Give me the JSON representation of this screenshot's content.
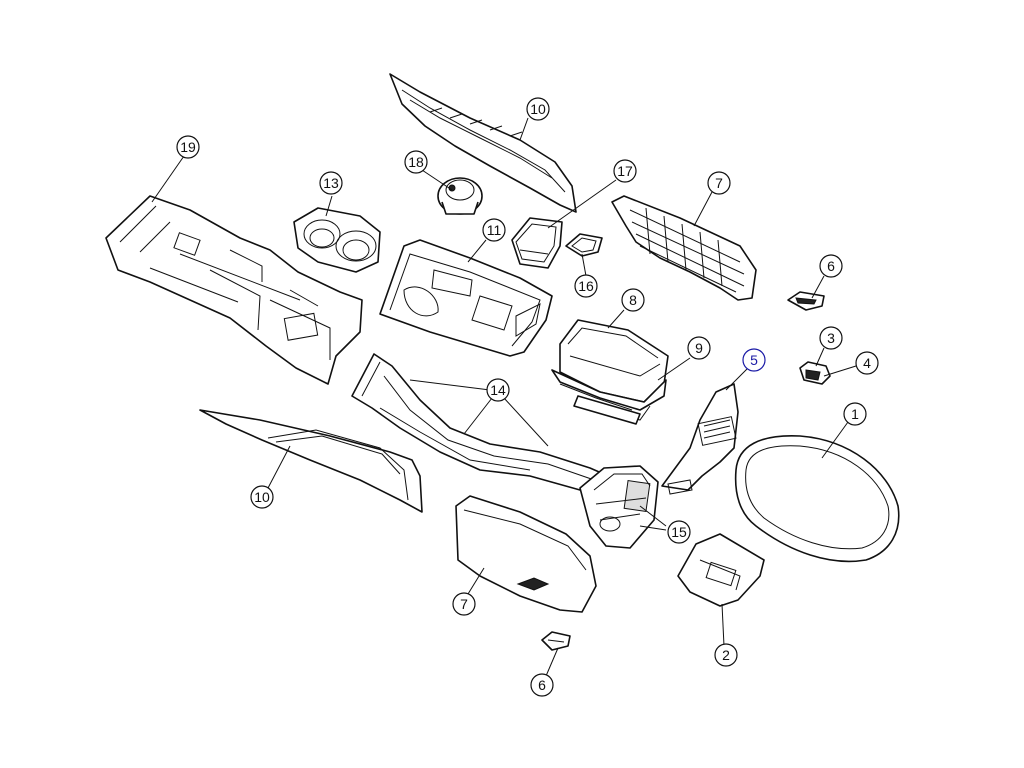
{
  "colors": {
    "line": "#111111",
    "background": "#ffffff",
    "highlight": "#1a1aa6"
  },
  "callouts": [
    {
      "id": "c1",
      "label": "1"
    },
    {
      "id": "c2",
      "label": "2"
    },
    {
      "id": "c3",
      "label": "3"
    },
    {
      "id": "c4",
      "label": "4"
    },
    {
      "id": "c5",
      "label": "5",
      "highlighted": true
    },
    {
      "id": "c6a",
      "label": "6"
    },
    {
      "id": "c6b",
      "label": "6"
    },
    {
      "id": "c7a",
      "label": "7"
    },
    {
      "id": "c7b",
      "label": "7"
    },
    {
      "id": "c8",
      "label": "8"
    },
    {
      "id": "c9",
      "label": "9"
    },
    {
      "id": "c10a",
      "label": "10"
    },
    {
      "id": "c10b",
      "label": "10"
    },
    {
      "id": "c11",
      "label": "11"
    },
    {
      "id": "c13",
      "label": "13"
    },
    {
      "id": "c14",
      "label": "14"
    },
    {
      "id": "c15",
      "label": "15"
    },
    {
      "id": "c16",
      "label": "16"
    },
    {
      "id": "c17",
      "label": "17"
    },
    {
      "id": "c18",
      "label": "18"
    },
    {
      "id": "c19",
      "label": "19"
    }
  ]
}
